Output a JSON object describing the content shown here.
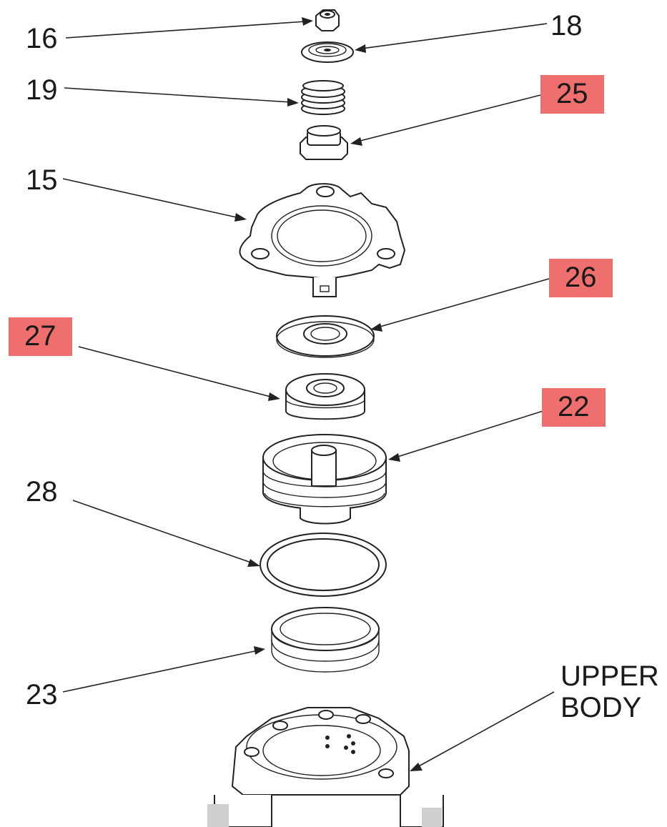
{
  "callouts": {
    "c16": "16",
    "c18": "18",
    "c19": "19",
    "c25": "25",
    "c15": "15",
    "c26": "26",
    "c27": "27",
    "c22": "22",
    "c28": "28",
    "c23": "23",
    "upper_body_line1": "UPPER",
    "upper_body_line2": "BODY"
  },
  "highlight_color": "#ef6e6e",
  "highlighted_callouts": [
    "25",
    "26",
    "27",
    "22"
  ]
}
